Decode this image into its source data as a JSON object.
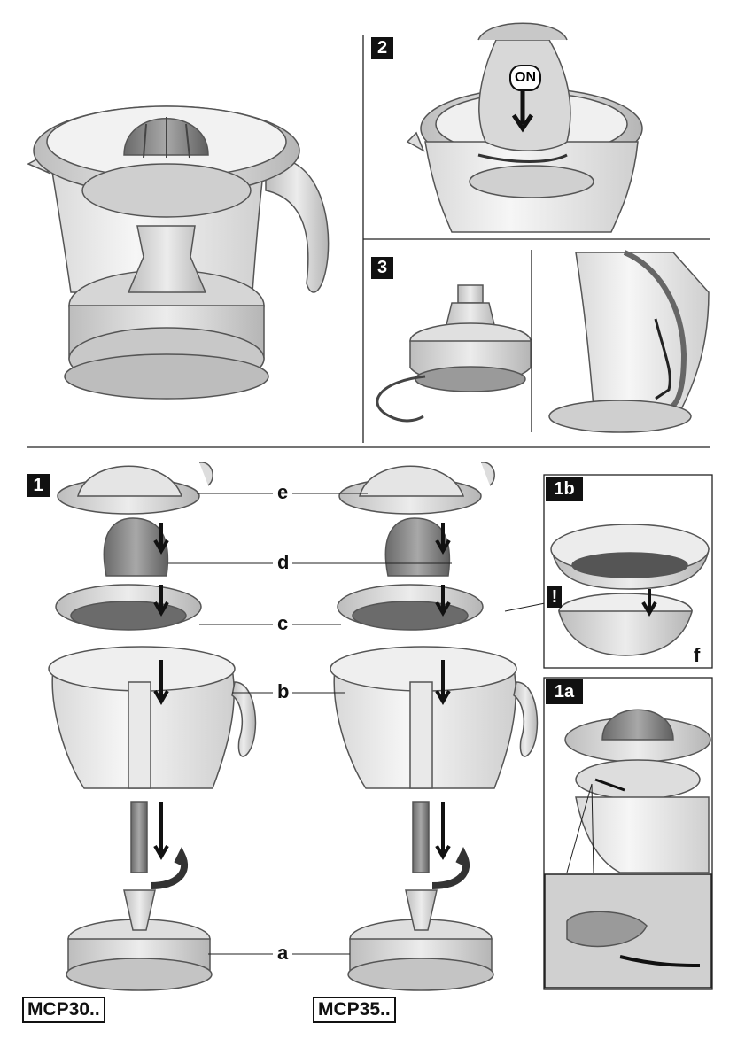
{
  "panels": {
    "step1": "1",
    "step1a": "1a",
    "step1b": "1b",
    "step2": "2",
    "step3": "3"
  },
  "callouts": {
    "on_button": "ON",
    "warning": "!",
    "a": "a",
    "b": "b",
    "c": "c",
    "d": "d",
    "e": "e",
    "f": "f"
  },
  "models": {
    "left": "MCP30..",
    "right": "MCP35.."
  }
}
